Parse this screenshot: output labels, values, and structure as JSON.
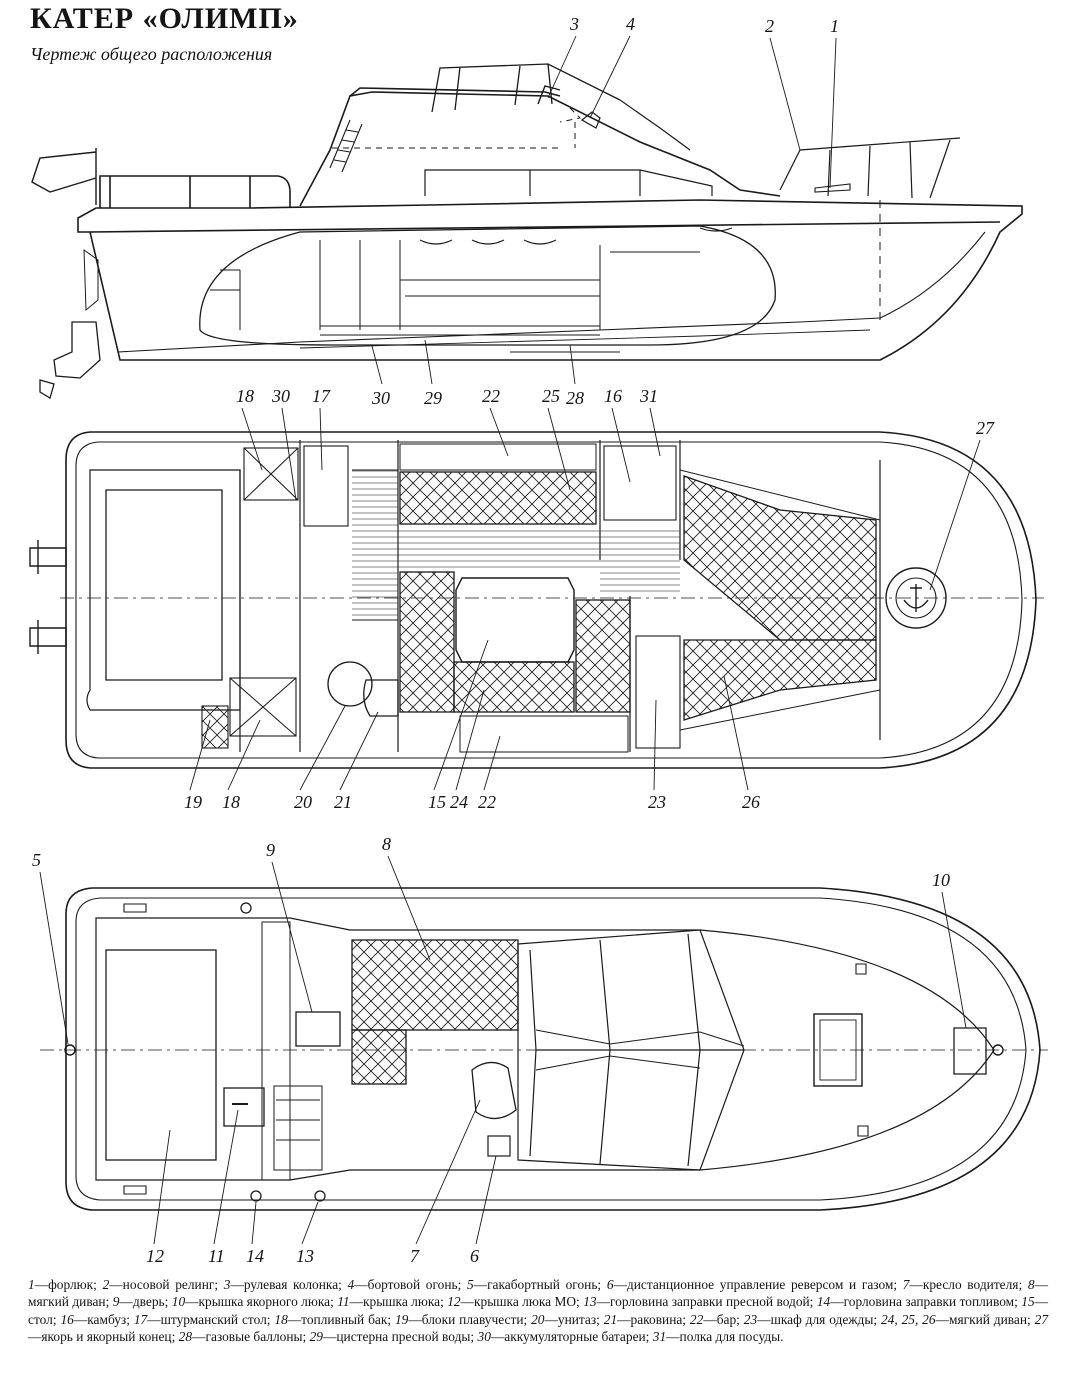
{
  "title": "КАТЕР «ОЛИМП»",
  "subtitle": "Чертеж общего расположения",
  "side_view": {
    "callouts": [
      "3",
      "4",
      "2",
      "1",
      "30",
      "29",
      "28"
    ]
  },
  "plan_view": {
    "callouts": [
      "18",
      "30",
      "17",
      "22",
      "25",
      "16",
      "31",
      "27",
      "19",
      "18",
      "20",
      "21",
      "15",
      "24",
      "22",
      "23",
      "26"
    ]
  },
  "deck_view": {
    "callouts": [
      "5",
      "9",
      "8",
      "10",
      "12",
      "11",
      "14",
      "13",
      "7",
      "6"
    ]
  },
  "legend": [
    {
      "num": "1",
      "text": "форлюк;"
    },
    {
      "num": "2",
      "text": "носовой релинг;"
    },
    {
      "num": "3",
      "text": "рулевая колонка;"
    },
    {
      "num": "4",
      "text": "бортовой огонь;"
    },
    {
      "num": "5",
      "text": "гакабортный огонь;"
    },
    {
      "num": "6",
      "text": "дистанционное управление реверсом и газом;"
    },
    {
      "num": "7",
      "text": "кресло водителя;"
    },
    {
      "num": "8",
      "text": "мягкий диван;"
    },
    {
      "num": "9",
      "text": "дверь;"
    },
    {
      "num": "10",
      "text": "крышка якорного люка;"
    },
    {
      "num": "11",
      "text": "крышка люка;"
    },
    {
      "num": "12",
      "text": "крышка люка МО;"
    },
    {
      "num": "13",
      "text": "горловина заправки пресной водой;"
    },
    {
      "num": "14",
      "text": "горловина заправки топливом;"
    },
    {
      "num": "15",
      "text": "стол;"
    },
    {
      "num": "16",
      "text": "камбуз;"
    },
    {
      "num": "17",
      "text": "штурманский стол;"
    },
    {
      "num": "18",
      "text": "топливный бак;"
    },
    {
      "num": "19",
      "text": "блоки плавучести;"
    },
    {
      "num": "20",
      "text": "унитаз;"
    },
    {
      "num": "21",
      "text": "раковина;"
    },
    {
      "num": "22",
      "text": "бар;"
    },
    {
      "num": "23",
      "text": "шкаф для одежды;"
    },
    {
      "num": "24, 25, 26",
      "text": "мягкий диван;"
    },
    {
      "num": "27",
      "text": "якорь и якорный конец;"
    },
    {
      "num": "28",
      "text": "газовые баллоны;"
    },
    {
      "num": "29",
      "text": "цистерна пресной воды;"
    },
    {
      "num": "30",
      "text": "аккумуляторные батареи;"
    },
    {
      "num": "31",
      "text": "полка для посуды."
    }
  ]
}
